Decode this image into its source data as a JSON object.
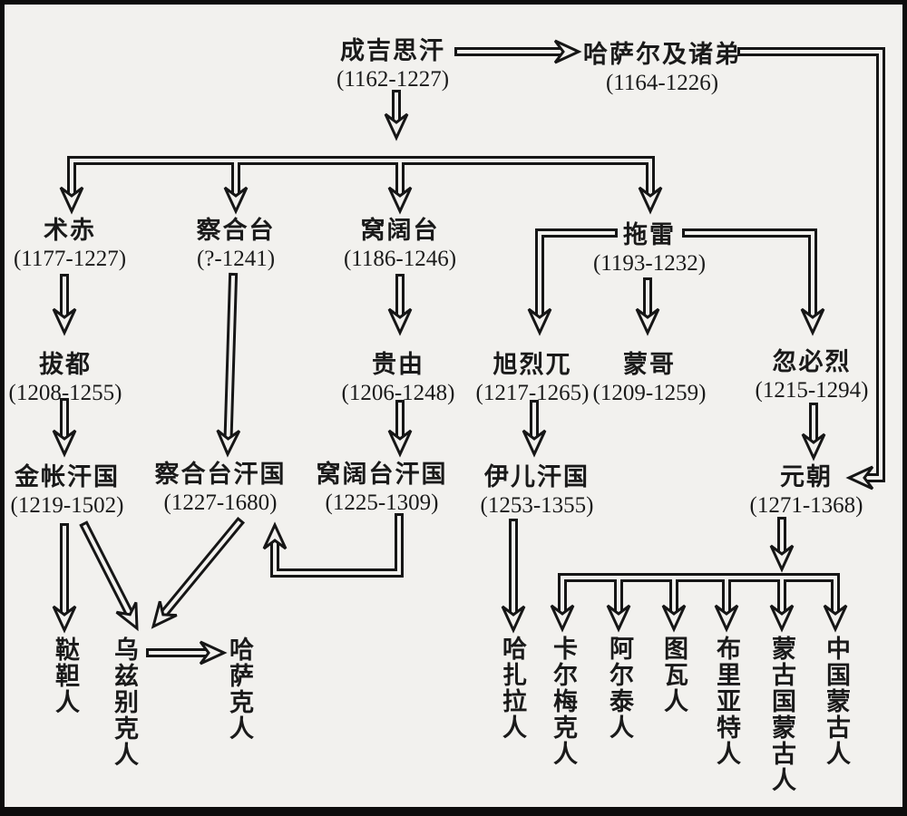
{
  "diagram": {
    "description": "Genghis Khan family tree",
    "colors": {
      "background": "#f2f1ee",
      "line": "#161616",
      "text": "#1a1a1a",
      "border": "#0d0d0d"
    },
    "nodes": {
      "chengjisihan": {
        "name": "成吉思汗",
        "dates": "(1162-1227)"
      },
      "hasaer": {
        "name": "哈萨尔及诸弟",
        "dates": "(1164-1226)"
      },
      "shuchi": {
        "name": "术赤",
        "dates": "(1177-1227)"
      },
      "chahetai": {
        "name": "察合台",
        "dates": "(?-1241)"
      },
      "wokuotai": {
        "name": "窝阔台",
        "dates": "(1186-1246)"
      },
      "tuolei": {
        "name": "拖雷",
        "dates": "(1193-1232)"
      },
      "badu": {
        "name": "拔都",
        "dates": "(1208-1255)"
      },
      "guiyou": {
        "name": "贵由",
        "dates": "(1206-1248)"
      },
      "xuliewu": {
        "name": "旭烈兀",
        "dates": "(1217-1265)"
      },
      "mengge": {
        "name": "蒙哥",
        "dates": "(1209-1259)"
      },
      "hubilie": {
        "name": "忽必烈",
        "dates": "(1215-1294)"
      },
      "jinzhanghanguo": {
        "name": "金帐汗国",
        "dates": "(1219-1502)"
      },
      "chahetaihanguo": {
        "name": "察合台汗国",
        "dates": "(1227-1680)"
      },
      "wokuotaihanguo": {
        "name": "窝阔台汗国",
        "dates": "(1225-1309)"
      },
      "yierhanguo": {
        "name": "伊儿汗国",
        "dates": "(1253-1355)"
      },
      "yuanchao": {
        "name": "元朝",
        "dates": "(1271-1368)"
      },
      "dadaren": {
        "name": "鞑靼人"
      },
      "wuzibiekeren": {
        "name": "乌兹别克人"
      },
      "hasakeren": {
        "name": "哈萨克人"
      },
      "hazhalaren": {
        "name": "哈扎拉人"
      },
      "kaermeikeren": {
        "name": "卡尔梅克人"
      },
      "aertairen": {
        "name": "阿尔泰人"
      },
      "tuwaren": {
        "name": "图瓦人"
      },
      "buliyateren": {
        "name": "布里亚特人"
      },
      "mengguguomengguren": {
        "name": "蒙古国蒙古人"
      },
      "zhongguomengguren": {
        "name": "中国蒙古人"
      }
    },
    "edges": [
      {
        "from": "chengjisihan",
        "to": "hasaer"
      },
      {
        "from": "chengjisihan",
        "to": "shuchi"
      },
      {
        "from": "chengjisihan",
        "to": "chahetai"
      },
      {
        "from": "chengjisihan",
        "to": "wokuotai"
      },
      {
        "from": "chengjisihan",
        "to": "tuolei"
      },
      {
        "from": "hasaer",
        "to": "yuanchao"
      },
      {
        "from": "shuchi",
        "to": "badu"
      },
      {
        "from": "chahetai",
        "to": "chahetaihanguo"
      },
      {
        "from": "wokuotai",
        "to": "guiyou"
      },
      {
        "from": "tuolei",
        "to": "xuliewu"
      },
      {
        "from": "tuolei",
        "to": "mengge"
      },
      {
        "from": "tuolei",
        "to": "hubilie"
      },
      {
        "from": "badu",
        "to": "jinzhanghanguo"
      },
      {
        "from": "guiyou",
        "to": "wokuotaihanguo"
      },
      {
        "from": "xuliewu",
        "to": "yierhanguo"
      },
      {
        "from": "hubilie",
        "to": "yuanchao"
      },
      {
        "from": "jinzhanghanguo",
        "to": "dadaren"
      },
      {
        "from": "jinzhanghanguo",
        "to": "wuzibiekeren"
      },
      {
        "from": "chahetaihanguo",
        "to": "wuzibiekeren"
      },
      {
        "from": "wokuotaihanguo",
        "to": "chahetaihanguo"
      },
      {
        "from": "wuzibiekeren",
        "to": "hasakeren"
      },
      {
        "from": "yierhanguo",
        "to": "hazhalaren"
      },
      {
        "from": "yuanchao",
        "to": "kaermeikeren"
      },
      {
        "from": "yuanchao",
        "to": "aertairen"
      },
      {
        "from": "yuanchao",
        "to": "tuwaren"
      },
      {
        "from": "yuanchao",
        "to": "buliyateren"
      },
      {
        "from": "yuanchao",
        "to": "mengguguomengguren"
      },
      {
        "from": "yuanchao",
        "to": "zhongguomengguren"
      }
    ]
  }
}
